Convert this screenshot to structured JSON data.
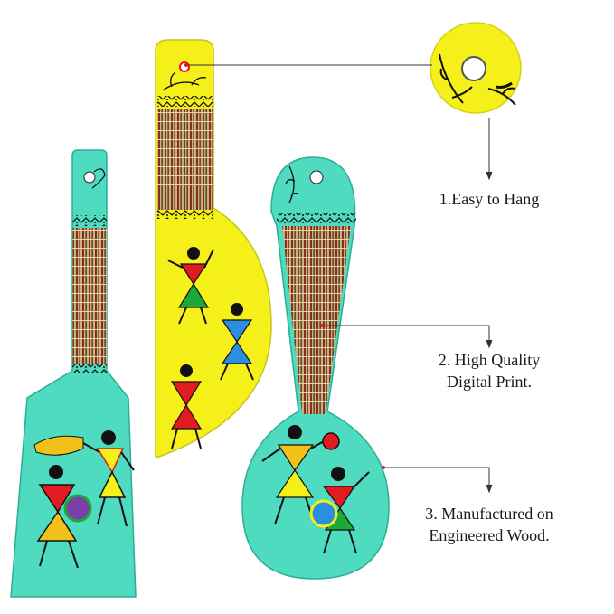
{
  "callouts": {
    "hang": {
      "line1": "1.Easy to Hang"
    },
    "print": {
      "line1": "2. High Quality",
      "line2": "Digital Print."
    },
    "wood": {
      "line1": "3. Manufactured on",
      "line2": "Engineered Wood."
    }
  },
  "colors": {
    "turquoise": "#4fdbbf",
    "yellow": "#f5ef1a",
    "dark": "#111111",
    "stripe_red": "#8b2a1e",
    "stripe_tan": "#c9b07a",
    "figure_red": "#e21a22",
    "figure_blue": "#2a8fe0",
    "figure_green": "#1fa83a",
    "leader_line": "#333333"
  },
  "icons": [
    "spatula-left",
    "knife-spatula-center",
    "spoon-right",
    "hang-hole-magnifier"
  ]
}
